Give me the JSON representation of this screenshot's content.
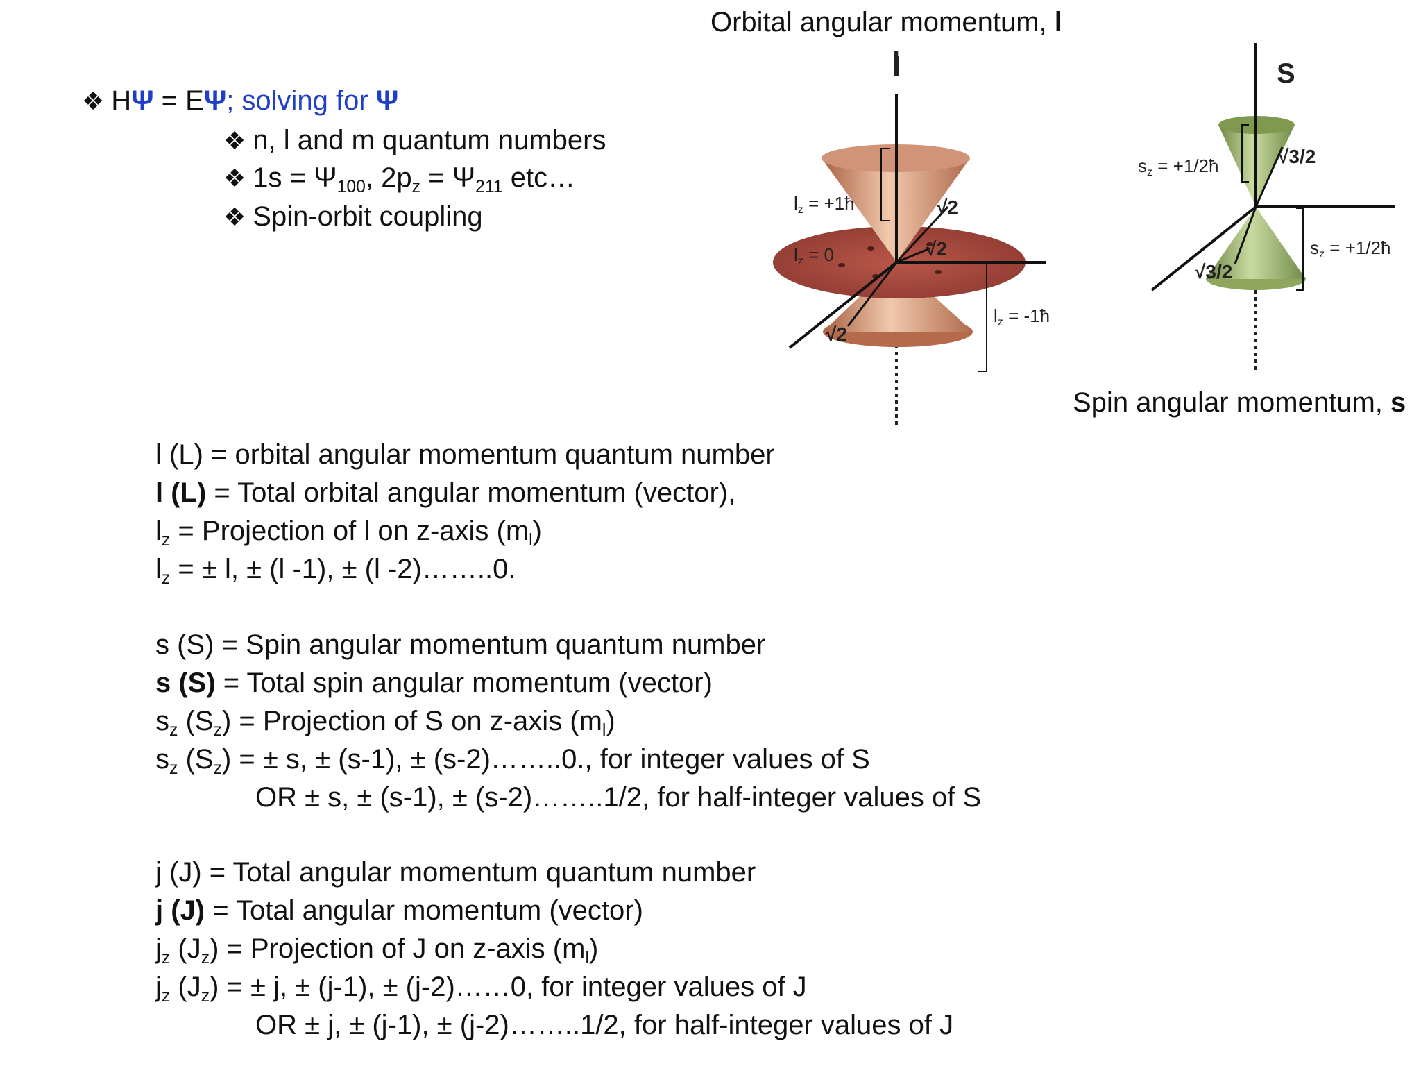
{
  "heading": {
    "h": "H",
    "psi1": "Ψ",
    "eq": " = E",
    "psi2": "Ψ",
    "rest": "; solving for ",
    "psi3": "Ψ"
  },
  "sub_bullets": {
    "b1": "n, l and m quantum numbers",
    "b2_a": "1s = Ψ",
    "b2_a_sub": "100",
    "b2_b": ",  2p",
    "b2_b_sub": "z",
    "b2_c": " = Ψ",
    "b2_c_sub": "211",
    "b2_d": " etc…",
    "b3": "Spin-orbit coupling"
  },
  "orbital_diagram": {
    "caption_text": "Orbital angular momentum, ",
    "caption_bold": "l",
    "axis_label": "l",
    "lz_plus": "l",
    "lz_plus_sub": "z",
    "lz_plus_val": " = +1ħ",
    "lz_zero": "l",
    "lz_zero_sub": "z",
    "lz_zero_val": " = 0",
    "lz_minus": "l",
    "lz_minus_sub": "z",
    "lz_minus_val": " = -1ħ",
    "root_upper": "√2",
    "root_mid": "√2",
    "root_lower": "√2"
  },
  "spin_diagram": {
    "caption_text": "Spin angular momentum, ",
    "caption_bold": "s",
    "axis_label": "S",
    "sz_upper": "s",
    "sz_upper_sub": "z",
    "sz_upper_val": " = +1/2ħ",
    "sz_lower": "s",
    "sz_lower_sub": "z",
    "sz_lower_val": " = +1/2ħ",
    "root_upper": "√3/2",
    "root_lower": "√3/2"
  },
  "orbital_defs": {
    "l1": "l (L) = orbital angular momentum quantum number",
    "l2_bold": "l (L)",
    "l2_rest": " = Total orbital angular momentum (vector),",
    "l3_a": "l",
    "l3_a_sub": "z",
    "l3_b": " =  Projection of l on z-axis (m",
    "l3_b_sub": "l",
    "l3_c": ")",
    "l4_a": "l",
    "l4_a_sub": "z",
    "l4_b": " = ± l, ± (l -1), ± (l -2)……..0."
  },
  "spin_defs": {
    "l1": "s (S) = Spin angular momentum quantum number",
    "l2_bold": "s (S)",
    "l2_rest": " = Total spin angular momentum (vector)",
    "l3_a": "s",
    "l3_a_sub": "z",
    "l3_b": " (S",
    "l3_b_sub": "z",
    "l3_c": ") =  Projection of S on z-axis (m",
    "l3_c_sub": "l",
    "l3_d": ")",
    "l4_a": "s",
    "l4_a_sub": "z",
    "l4_b": " (S",
    "l4_b_sub": "z",
    "l4_c": ") = ± s, ± (s-1), ± (s-2)……..0., for integer values of S",
    "l5": "OR ± s, ± (s-1), ± (s-2)……..1/2, for half-integer values of S"
  },
  "total_defs": {
    "l1": "j (J) = Total angular momentum quantum number",
    "l2_bold": "j (J)",
    "l2_rest": " = Total angular momentum (vector)",
    "l3_a": "j",
    "l3_a_sub": "z",
    "l3_b": " (J",
    "l3_b_sub": "z",
    "l3_c": ") =  Projection of J on z-axis (m",
    "l3_c_sub": "l",
    "l3_d": ")",
    "l4_a": "j",
    "l4_a_sub": "z",
    "l4_b": " (J",
    "l4_b_sub": "z",
    "l4_c": ") = ± j, ± (j-1), ± (j-2)……0, for integer values of J",
    "l5": "OR ± j, ± (j-1), ± (j-2)……..1/2, for half-integer values of J"
  },
  "colors": {
    "heading_accent": "#1f3fc7",
    "orbital_cone": "#c98a66",
    "orbital_disc": "#a5473a",
    "spin_cone": "#8aa35a"
  }
}
